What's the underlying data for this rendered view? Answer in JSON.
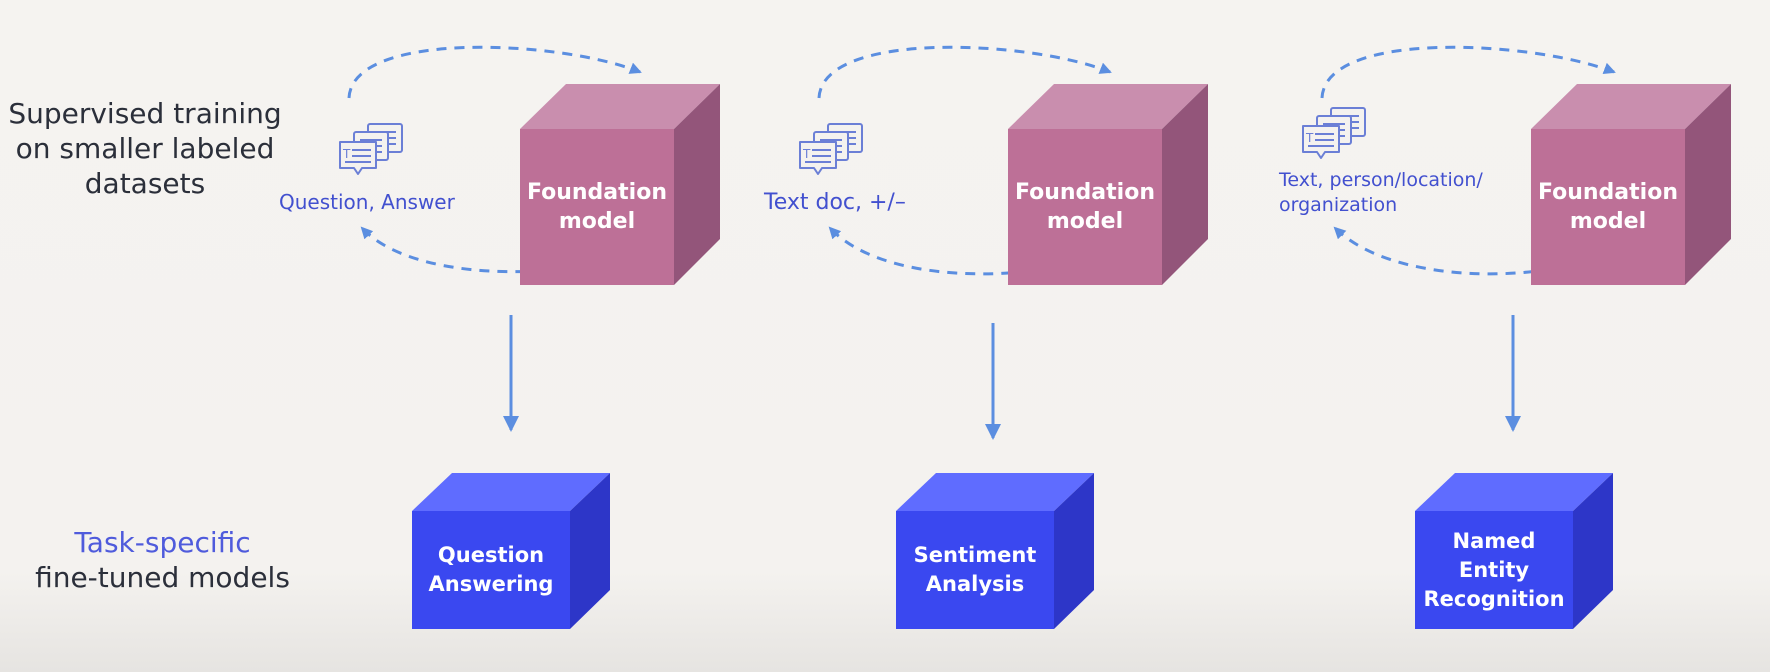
{
  "side": {
    "supervised_line1": "Supervised training",
    "supervised_line2": "on smaller labeled",
    "supervised_line3": "datasets",
    "task_accent": "Task-specific",
    "task_rest": "fine-tuned models"
  },
  "pipelines": [
    {
      "data_label": "Question, Answer",
      "model_line1": "Foundation",
      "model_line2": "model",
      "task_lines": [
        "Question",
        "Answering"
      ]
    },
    {
      "data_label": "Text doc, +/–",
      "model_line1": "Foundation",
      "model_line2": "model",
      "task_lines": [
        "Sentiment",
        "Analysis"
      ]
    },
    {
      "data_label_line1": "Text, person/location/",
      "data_label_line2": "organization",
      "model_line1": "Foundation",
      "model_line2": "model",
      "task_lines": [
        "Named",
        "Entity",
        "Recognition"
      ]
    }
  ],
  "colors": {
    "foundation_front": "#bd7097",
    "foundation_top": "#c98eae",
    "foundation_side": "#93557a",
    "task_front": "#3a48f0",
    "task_top": "#5f6cff",
    "task_side": "#2d36c8",
    "arrow": "#5b8ee0",
    "icon": "#6b7fd6"
  },
  "icons": [
    "chat-documents-icon",
    "chat-documents-icon",
    "chat-documents-icon"
  ]
}
